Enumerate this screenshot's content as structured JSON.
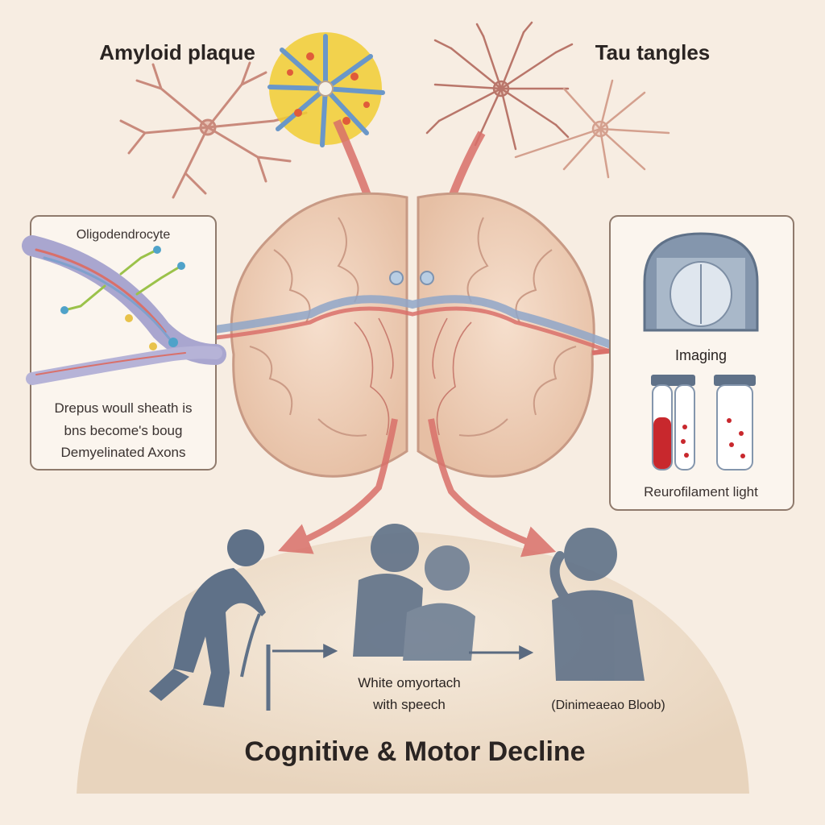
{
  "labels": {
    "amyloid": "Amyloid plaque",
    "tau": "Tau tangles",
    "oligo": "Oligodendrocyte",
    "sheath_line1": "Drepus woull sheath is",
    "sheath_line2": "bns become's boug",
    "sheath_line3": "Demyelinated Axons",
    "imaging": "Imaging",
    "neurofilament": "Reurofilament light",
    "speech_line1": "White omyortach",
    "speech_line2": "with speech",
    "blood": "(Dinimeaeao Bloob)",
    "decline": "Cognitive & Motor Decline"
  },
  "colors": {
    "background": "#f7ede2",
    "brain": "#f1d2bd",
    "arrow": "#d9706a",
    "figure": "#5f7188",
    "dome": "#efe0cc",
    "plaque_yellow": "#f1cc32",
    "plaque_blue": "#6a97c8",
    "neuron": "#c98a7c",
    "blood": "#c8282d"
  },
  "icons": [
    "amyloid-plaque-icon",
    "neuron-icon",
    "tau-tangle-icon",
    "brain-icon",
    "axon-bundle-icon",
    "brain-scan-icon",
    "blood-tube-icon",
    "elderly-cane-figure",
    "couple-figure",
    "distressed-person-figure"
  ]
}
